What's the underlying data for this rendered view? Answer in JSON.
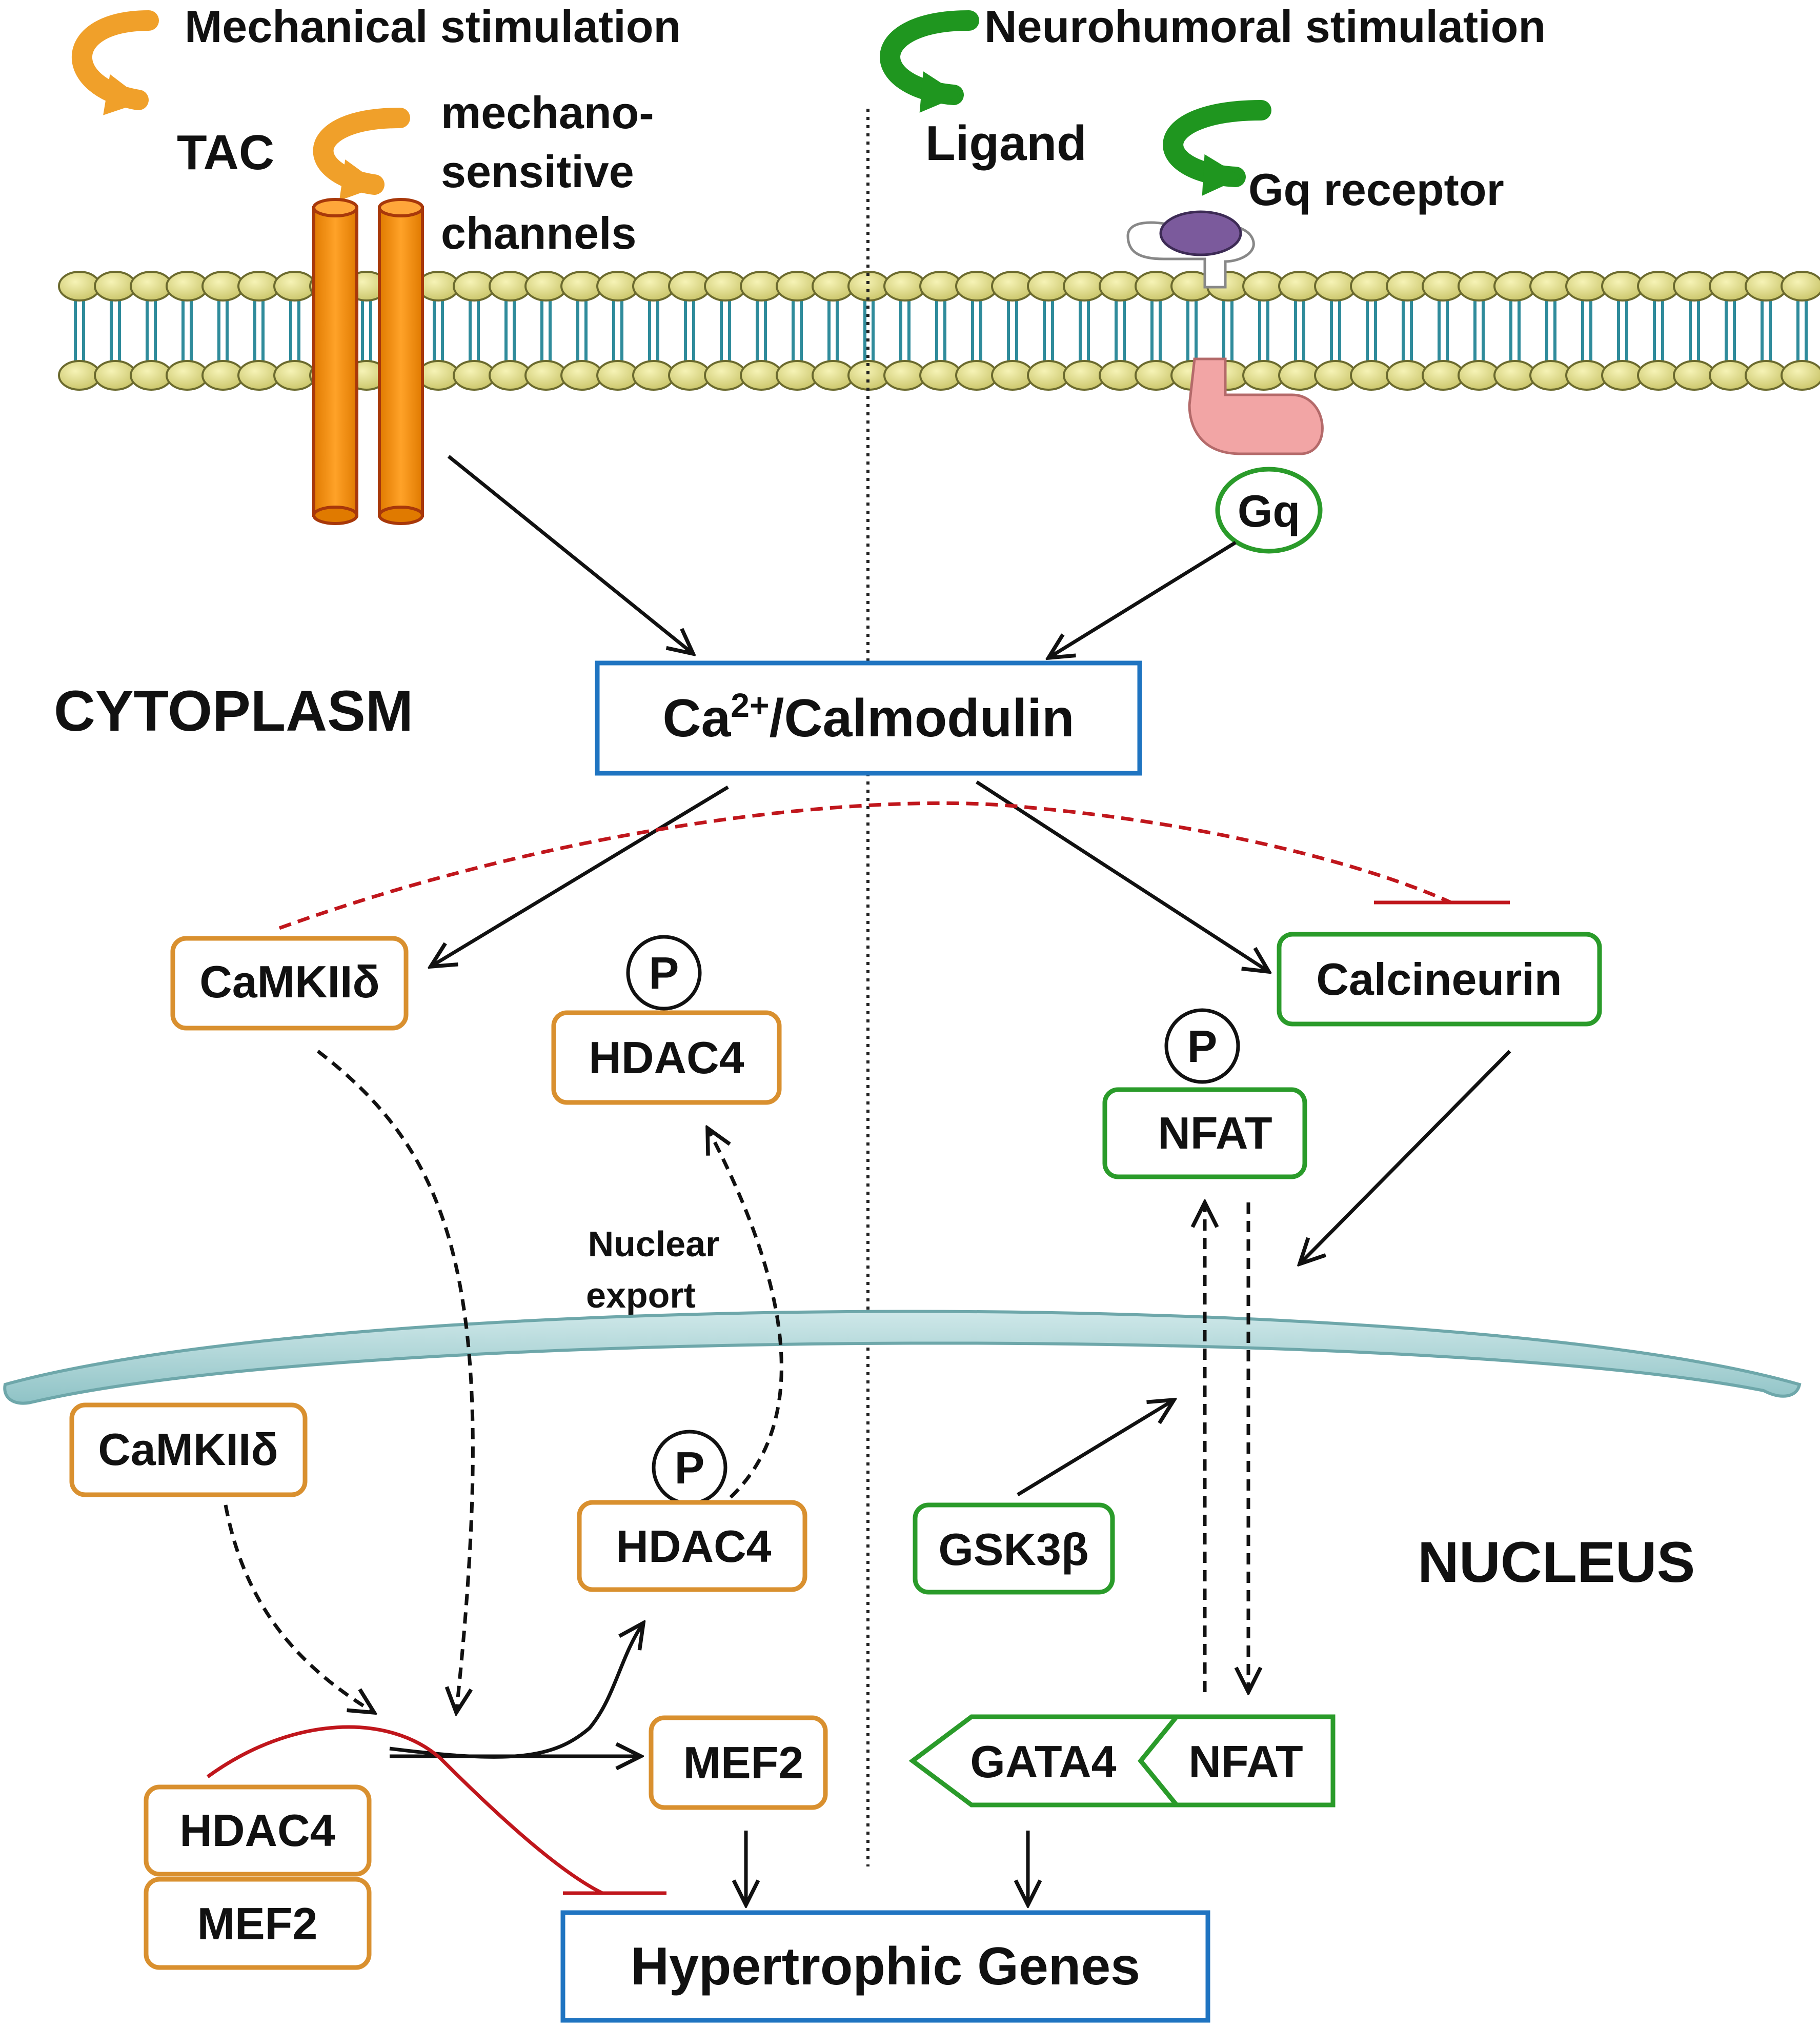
{
  "stimuli": {
    "mechanical": "Mechanical stimulation",
    "neurohumoral": "Neurohumoral stimulation",
    "tac": "TAC",
    "mechano_line1": "mechano-",
    "mechano_line2": "sensitive",
    "mechano_line3": "channels",
    "ligand": "Ligand",
    "gq_receptor": "Gq receptor",
    "gq": "Gq"
  },
  "compartments": {
    "cytoplasm": "CYTOPLASM",
    "nucleus": "NUCLEUS"
  },
  "nodes": {
    "ca_main": "Ca",
    "ca_sup": "2+",
    "ca_rest": "/Calmodulin",
    "camkii_cyto": "CaMKIIδ",
    "camkii_nuc": "CaMKIIδ",
    "p_symbol": "P",
    "hdac4_cyto": "HDAC4",
    "hdac4_nuc_p": "HDAC4",
    "hdac4_bound": "HDAC4",
    "mef2_bound": "MEF2",
    "mef2_free": "MEF2",
    "nuclear_export_line1": "Nuclear",
    "nuclear_export_line2": "export",
    "calcineurin": "Calcineurin",
    "nfat_cyto": "NFAT",
    "gsk3b": "GSK3β",
    "gata4": "GATA4",
    "nfat_nuc": "NFAT",
    "hypertrophic_genes": "Hypertrophic Genes"
  },
  "colors": {
    "orange": "#d9902f",
    "green": "#2a9b2a",
    "blue": "#1f74c1",
    "red": "#c0161c",
    "channel": "#f08a0a",
    "membrane_head": "#e0dc8c",
    "nuclear_envelope": "#a8d4d6",
    "receptor_purple": "#7b5a9c",
    "receptor_pink": "#f2a5a5"
  },
  "icons": {
    "mechanical_arrow": "curved-arrow-orange",
    "neurohumoral_arrow": "curved-arrow-green"
  }
}
